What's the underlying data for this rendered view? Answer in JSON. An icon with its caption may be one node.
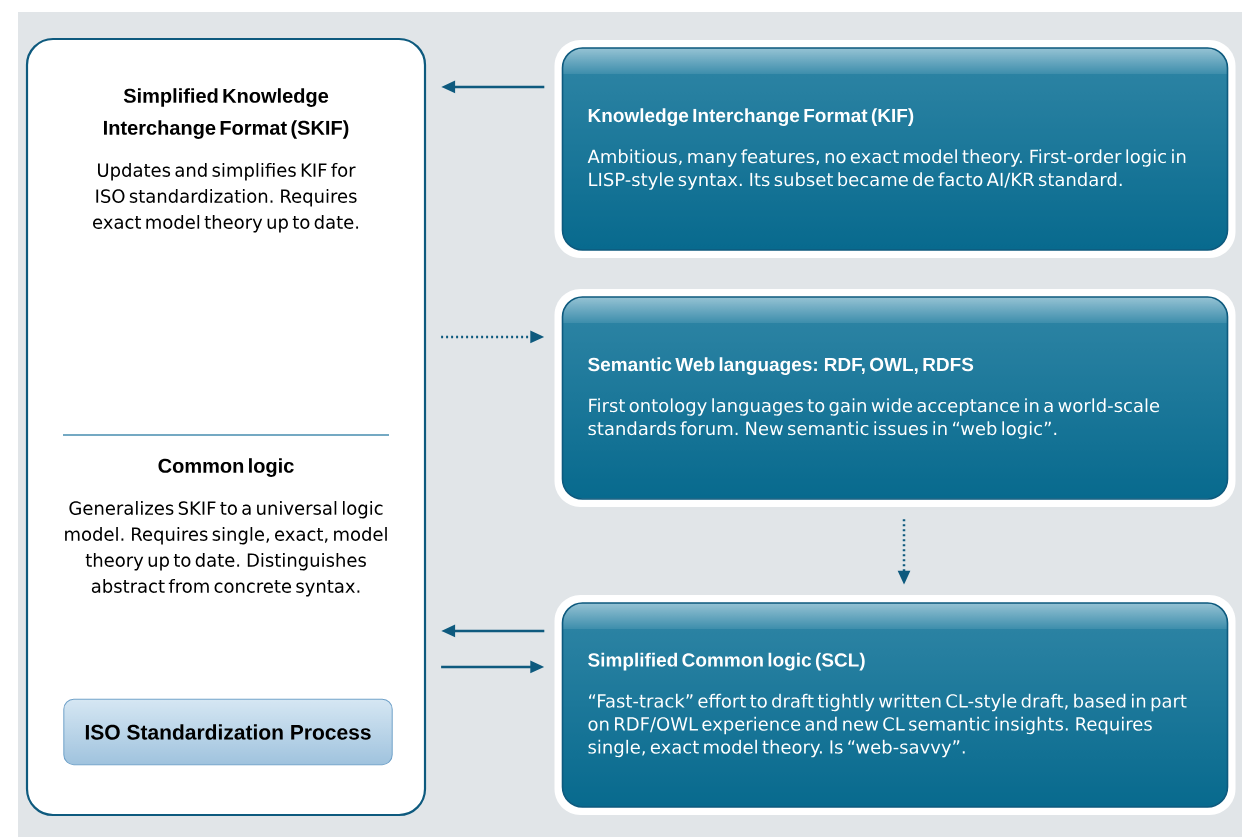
{
  "diagram": {
    "nodes": [
      {
        "text": [],
        "shape": "box"
      },
      {
        "text": [
          "Simplified Knowledge Interchange Format (SKIF)",
          "Updates and simplifies KIF for ISO standardization. Requires exact model theory up to date."
        ],
        "in": 0
      },
      {
        "text": [
          "Common logic",
          "Generalizes SKIF to a universal logic model. Requires single, exact, model theory up to date. Distinguishes abstract from concrete syntax."
        ],
        "in": 0
      },
      {
        "text": [
          "ISO Standardization Process"
        ],
        "in": 0
      },
      {
        "text": [
          "Knowledge Interchange Format (KIF)",
          "Ambitious, many features, no exact model theory. First-order logic in LISP-style syntax. Its subset became de facto AI/KR standard."
        ]
      },
      {
        "text": [
          "Semantic Web languages: RDF, OWL, RDFS",
          "First ontology languages to gain wide acceptance in a world-scale standards forum. New semantic issues in “web logic”."
        ]
      },
      {
        "text": [
          "Simplified Common logic (SCL)",
          "“Fast-track” effort to draft tightly written CL-style draft, based in part on RDF/OWL experience and new CL semantic insights. Requires single, exact model theory. Is “web-savvy”."
        ]
      }
    ],
    "edges": [
      {
        "from": 4,
        "to": 0,
        "arrow": "to"
      },
      {
        "from": 0,
        "to": 5,
        "arrow": "to",
        "style": "dashed"
      },
      {
        "from": 5,
        "to": 6,
        "arrow": "to",
        "style": "dashed"
      },
      {
        "from": 6,
        "to": 0,
        "arrow": "to"
      },
      {
        "from": 0,
        "to": 6,
        "arrow": "to"
      }
    ]
  }
}
